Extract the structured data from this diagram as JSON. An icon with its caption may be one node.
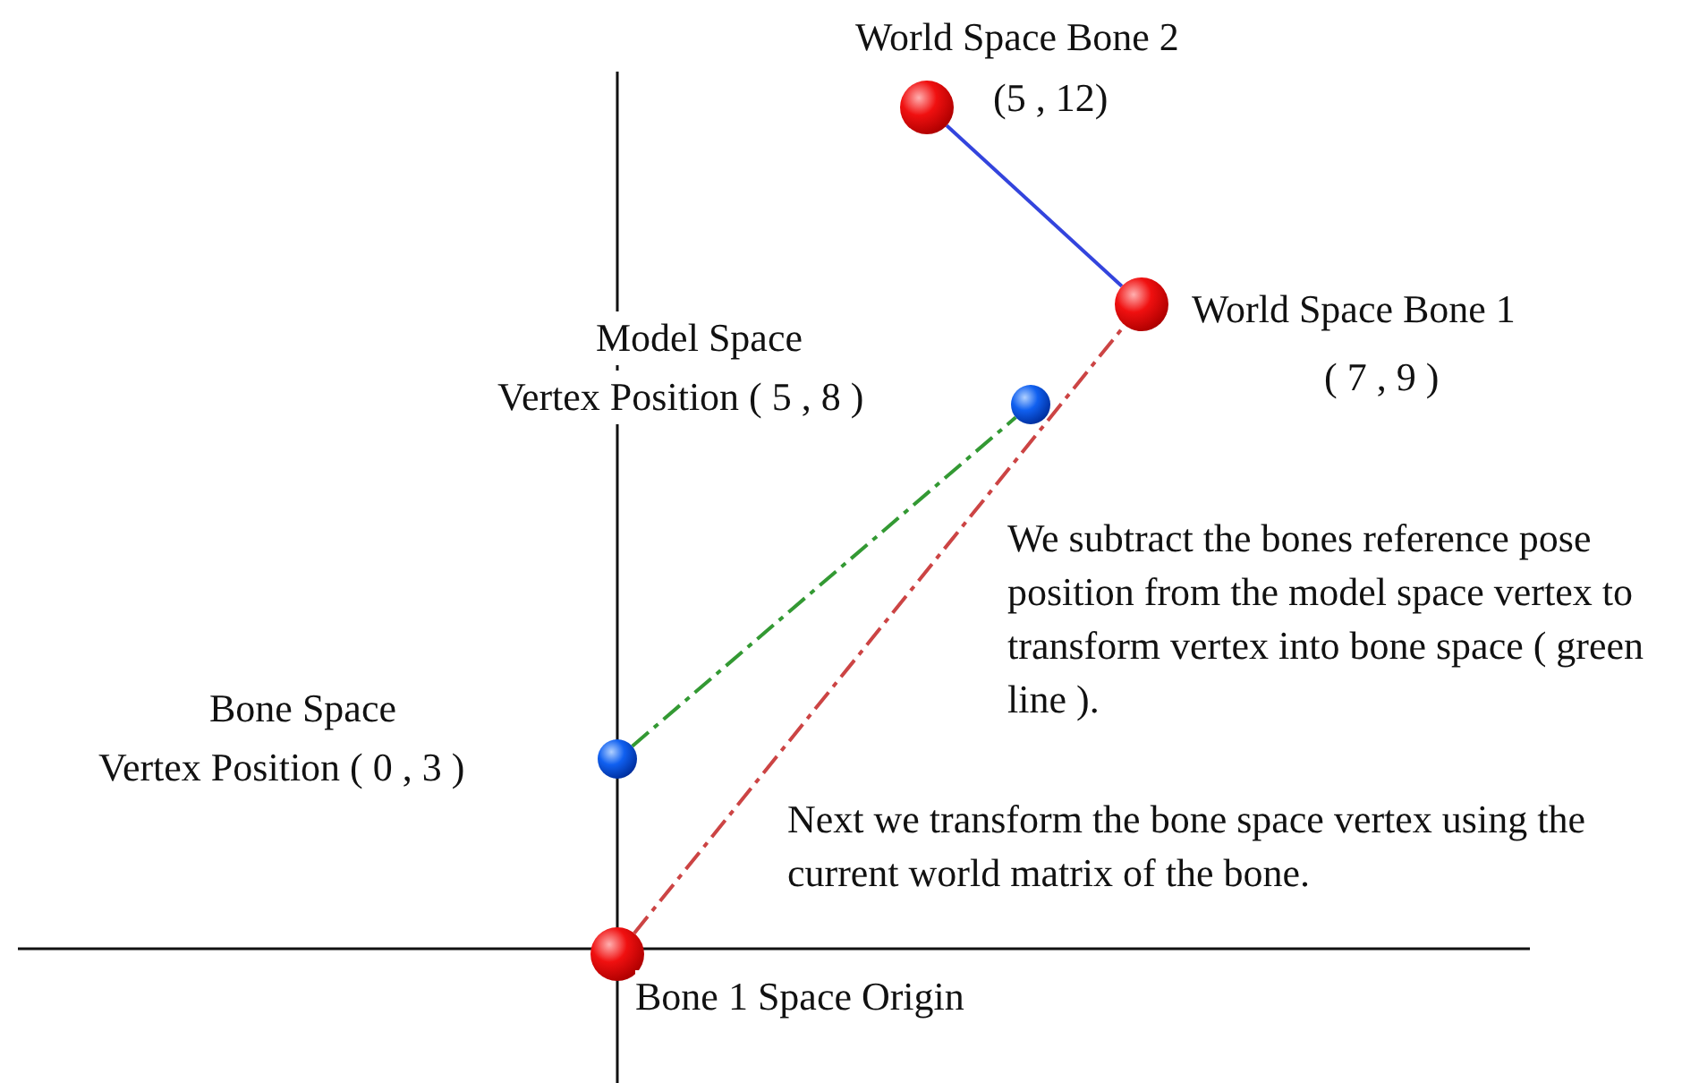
{
  "diagram": {
    "nodes": [
      {
        "text": [],
        "shape": "circle",
        "beside": [
          "World Space Bone 2",
          "(5 , 12)"
        ]
      },
      {
        "text": [],
        "shape": "circle",
        "beside": [
          "World Space Bone 1",
          "( 7 , 9 )"
        ]
      },
      {
        "text": [],
        "shape": "circle",
        "beside": [
          "Model Space",
          "Vertex Position ( 5 , 8 )"
        ]
      },
      {
        "text": [],
        "shape": "circle",
        "beside": [
          "Bone Space",
          "Vertex Position ( 0 , 3 )"
        ]
      },
      {
        "text": [],
        "shape": "circle",
        "beside": [
          "Bone 1 Space Origin"
        ]
      }
    ],
    "edges": [
      {
        "from": 0,
        "to": 1,
        "arrow": "none",
        "color": "#3344dd"
      },
      {
        "from": 3,
        "to": 2,
        "arrow": "none",
        "style": "dashed",
        "color": "#339933"
      },
      {
        "from": 4,
        "to": 1,
        "arrow": "none",
        "style": "dashed",
        "color": "#cc4444"
      }
    ],
    "labels": [
      "We subtract the bones reference pose position from the model space vertex to transform vertex into bone space ( green line ).",
      "Next we transform the bone space vertex using the current world matrix of the bone."
    ]
  }
}
